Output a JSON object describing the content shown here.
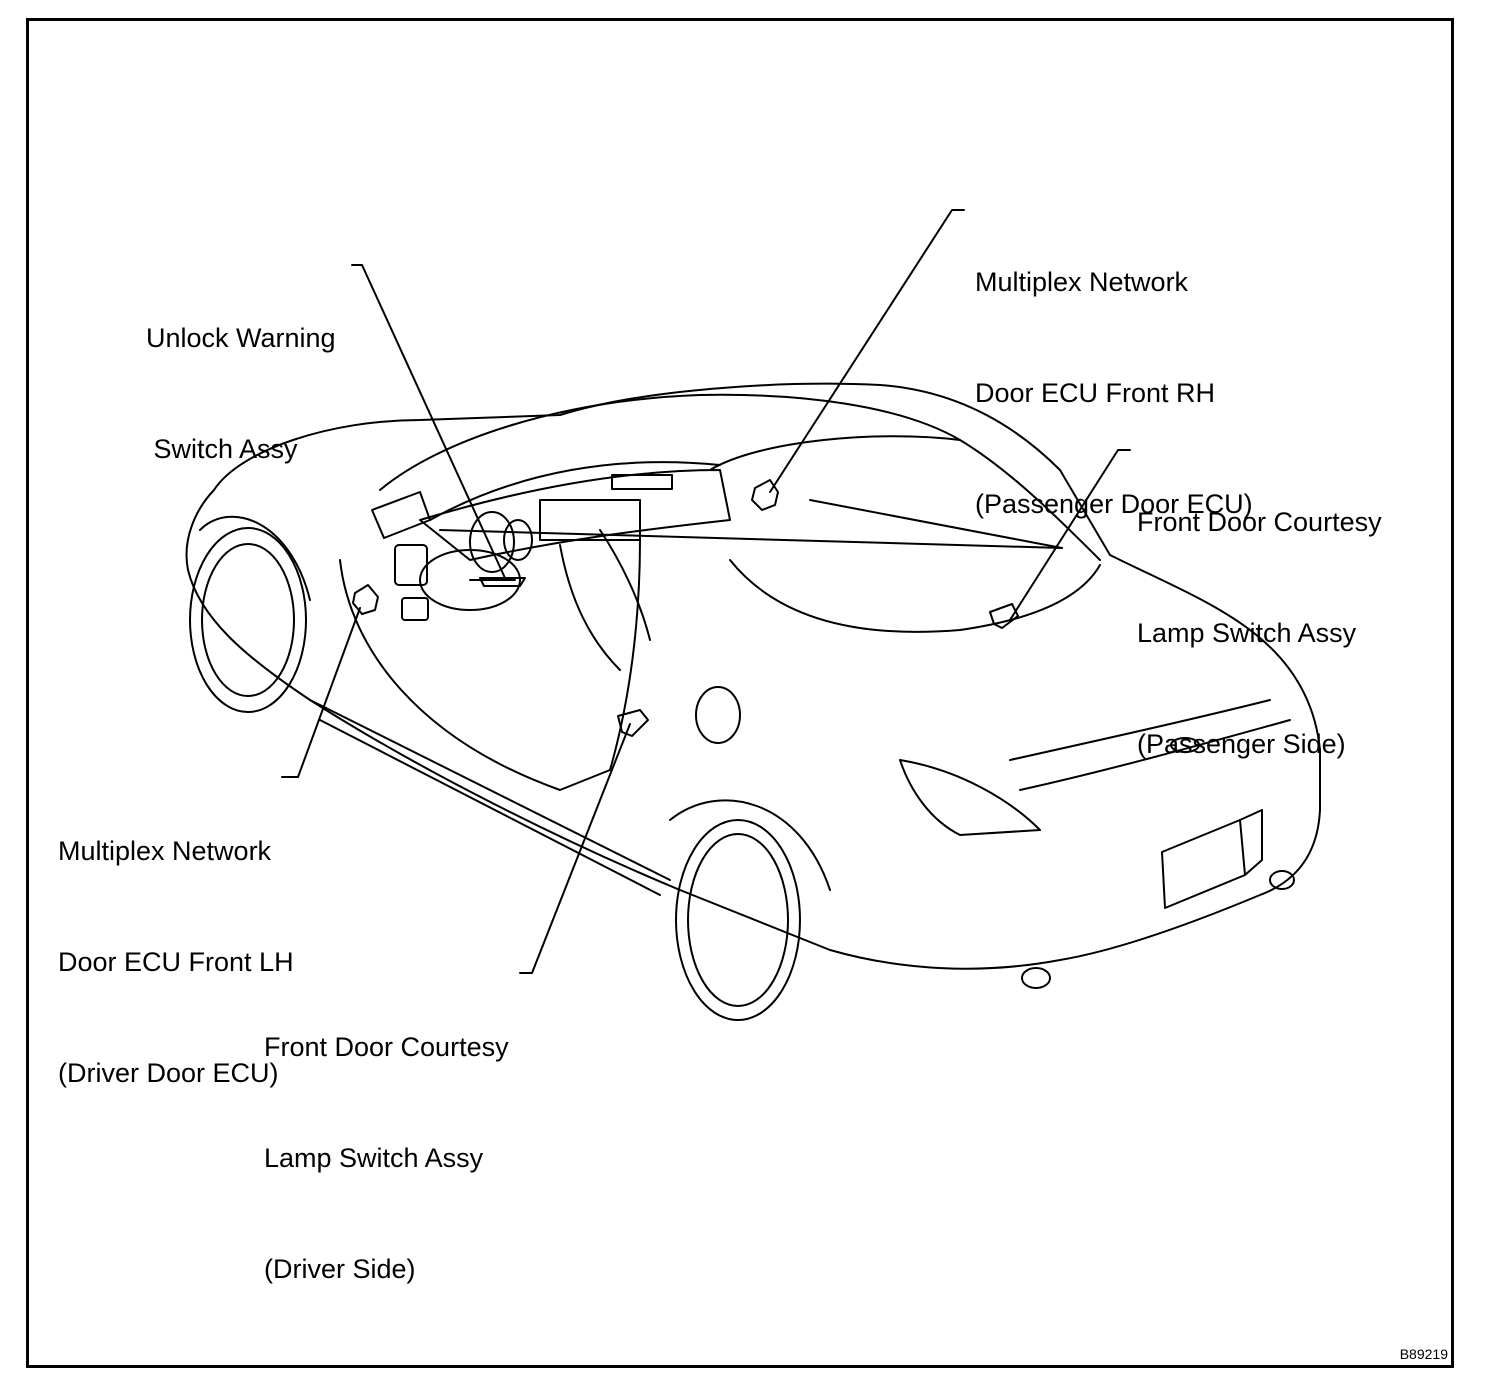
{
  "diagram": {
    "figure_id": "B89219",
    "callouts": [
      {
        "id": "unlock-warning-switch",
        "lines": [
          "Unlock Warning",
          " Switch Assy"
        ]
      },
      {
        "id": "door-ecu-front-rh",
        "lines": [
          "Multiplex Network",
          "Door ECU Front RH",
          "(Passenger Door ECU)"
        ]
      },
      {
        "id": "courtesy-switch-passenger",
        "lines": [
          "Front Door Courtesy",
          "Lamp Switch Assy",
          "(Passenger Side)"
        ]
      },
      {
        "id": "door-ecu-front-lh",
        "lines": [
          "Multiplex Network",
          "Door ECU Front LH",
          "(Driver Door ECU)"
        ]
      },
      {
        "id": "courtesy-switch-driver",
        "lines": [
          "Front Door Courtesy",
          "Lamp Switch Assy",
          "(Driver Side)"
        ]
      }
    ]
  }
}
